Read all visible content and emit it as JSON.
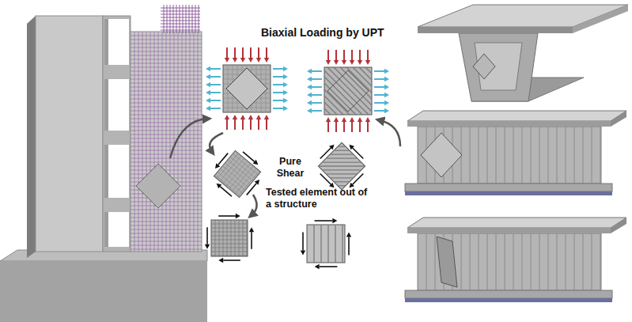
{
  "diagram": {
    "labels": [
      "Biaxial Loading by UPT",
      "Pure Shear",
      "Tested element out of a structure"
    ]
  }
}
